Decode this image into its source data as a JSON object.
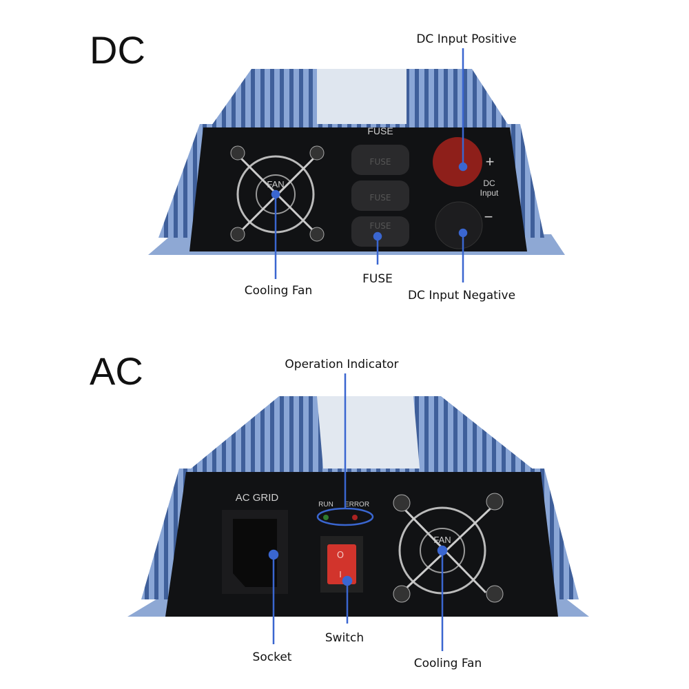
{
  "colors": {
    "callout": "#3a66d0",
    "heatsink": "#6f8fc4",
    "panel": "#111214",
    "positive_terminal": "#8e1f1a",
    "switch": "#d2342c"
  },
  "dc": {
    "heading": "DC",
    "panel_labels": {
      "fuse_header": "FUSE",
      "fuse_slot": "FUSE",
      "fan": "FAN",
      "dc_input_line1": "DC",
      "dc_input_line2": "Input",
      "plus": "+",
      "minus": "−"
    },
    "callouts": {
      "positive": "DC Input Positive",
      "cooling_fan": "Cooling Fan",
      "fuse": "FUSE",
      "negative": "DC Input Negative"
    }
  },
  "ac": {
    "heading": "AC",
    "panel_labels": {
      "ac_grid": "AC GRID",
      "run": "RUN",
      "error": "ERROR",
      "switch_off": "O",
      "switch_on": "I",
      "fan": "FAN"
    },
    "callouts": {
      "indicator": "Operation Indicator",
      "socket": "Socket",
      "switch": "Switch",
      "cooling_fan": "Cooling Fan"
    }
  }
}
